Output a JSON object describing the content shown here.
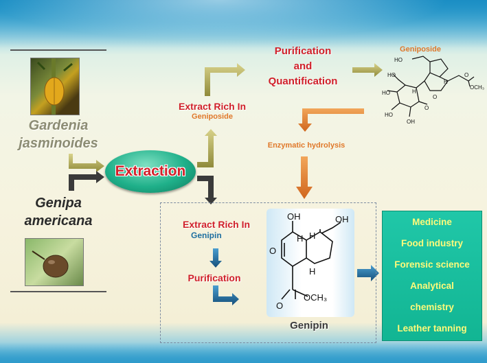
{
  "plants": {
    "plant1_line1": "Gardenia",
    "plant1_line2": "jasminoides",
    "plant2_line1": "Genipa",
    "plant2_line2": "americana"
  },
  "extraction": "Extraction",
  "upper_branch": {
    "extract_title": "Extract Rich In",
    "extract_compound": "Geniposide",
    "purification_line1": "Purification",
    "purification_line2": "and",
    "purification_line3": "Quantification",
    "structure_label": "Geniposide",
    "hydrolysis": "Enzymatic hydrolysis"
  },
  "lower_branch": {
    "extract_title": "Extract Rich In",
    "extract_compound": "Genipin",
    "purification": "Purification",
    "structure_label": "Genipin"
  },
  "applications": [
    "Medicine",
    "Food industry",
    "Forensic science",
    "Analytical",
    "chemistry",
    "Leather tanning"
  ],
  "colors": {
    "title_red": "#d0202a",
    "arrow_olive": "#b4ad5a",
    "arrow_orange": "#e07f2b",
    "arrow_blue": "#1f6fa0",
    "extraction_green": "#1fb08a",
    "applications_bg": "#20c7a8",
    "applications_text": "#fffa7a"
  }
}
